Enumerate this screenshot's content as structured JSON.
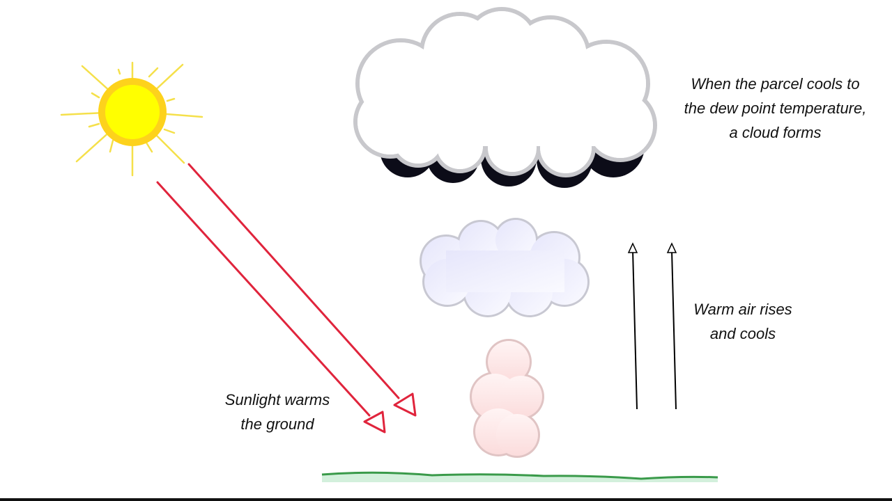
{
  "labels": {
    "cloud_forms": [
      "When the parcel cools to",
      "the dew point temperature,",
      "a cloud forms"
    ],
    "warm_air": [
      "Warm air rises",
      "and cools"
    ],
    "sunlight": [
      "Sunlight warms",
      "the ground"
    ]
  },
  "colors": {
    "sun_core": "#ffff00",
    "sun_ring": "#fdd21c",
    "sun_rays": "#f5e04a",
    "sun_arrows": "#e0243c",
    "ground": "#3a9a4a",
    "ground_fill": "#d3f0dc",
    "parcel": "#fbe0e0",
    "mid_cloud": "#eeeefc"
  }
}
